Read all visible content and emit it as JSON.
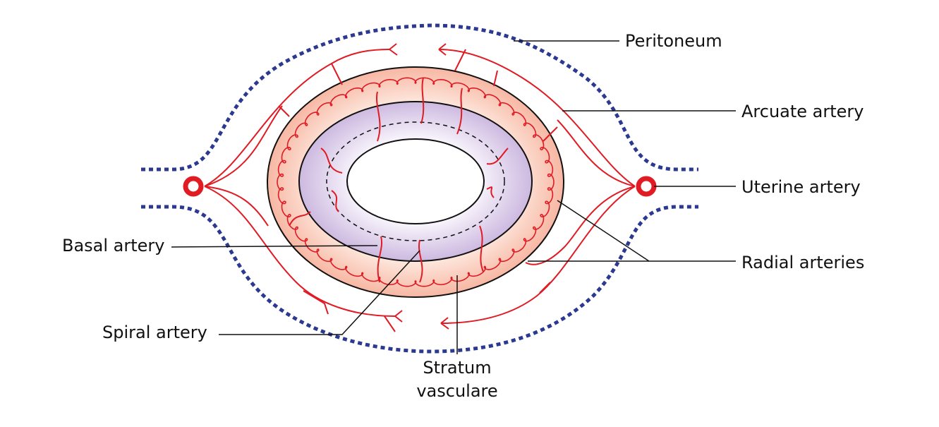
{
  "labels": {
    "peritoneum": "Peritoneum",
    "arcuate_artery": "Arcuate artery",
    "uterine_artery": "Uterine artery",
    "radial_arteries": "Radial arteries",
    "basal_artery": "Basal artery",
    "spiral_artery": "Spiral artery",
    "stratum_line1": "Stratum",
    "stratum_line2": "vasculare"
  },
  "colors": {
    "artery": "#e01b24",
    "peritoneum": "#2b3990",
    "myometrium_outer": "#f7b7a3",
    "myometrium_inner": "#fde6dc",
    "endometrium_outer": "#d6c6e6",
    "endometrium_inner": "#f7f3fb",
    "outline": "#111111"
  }
}
